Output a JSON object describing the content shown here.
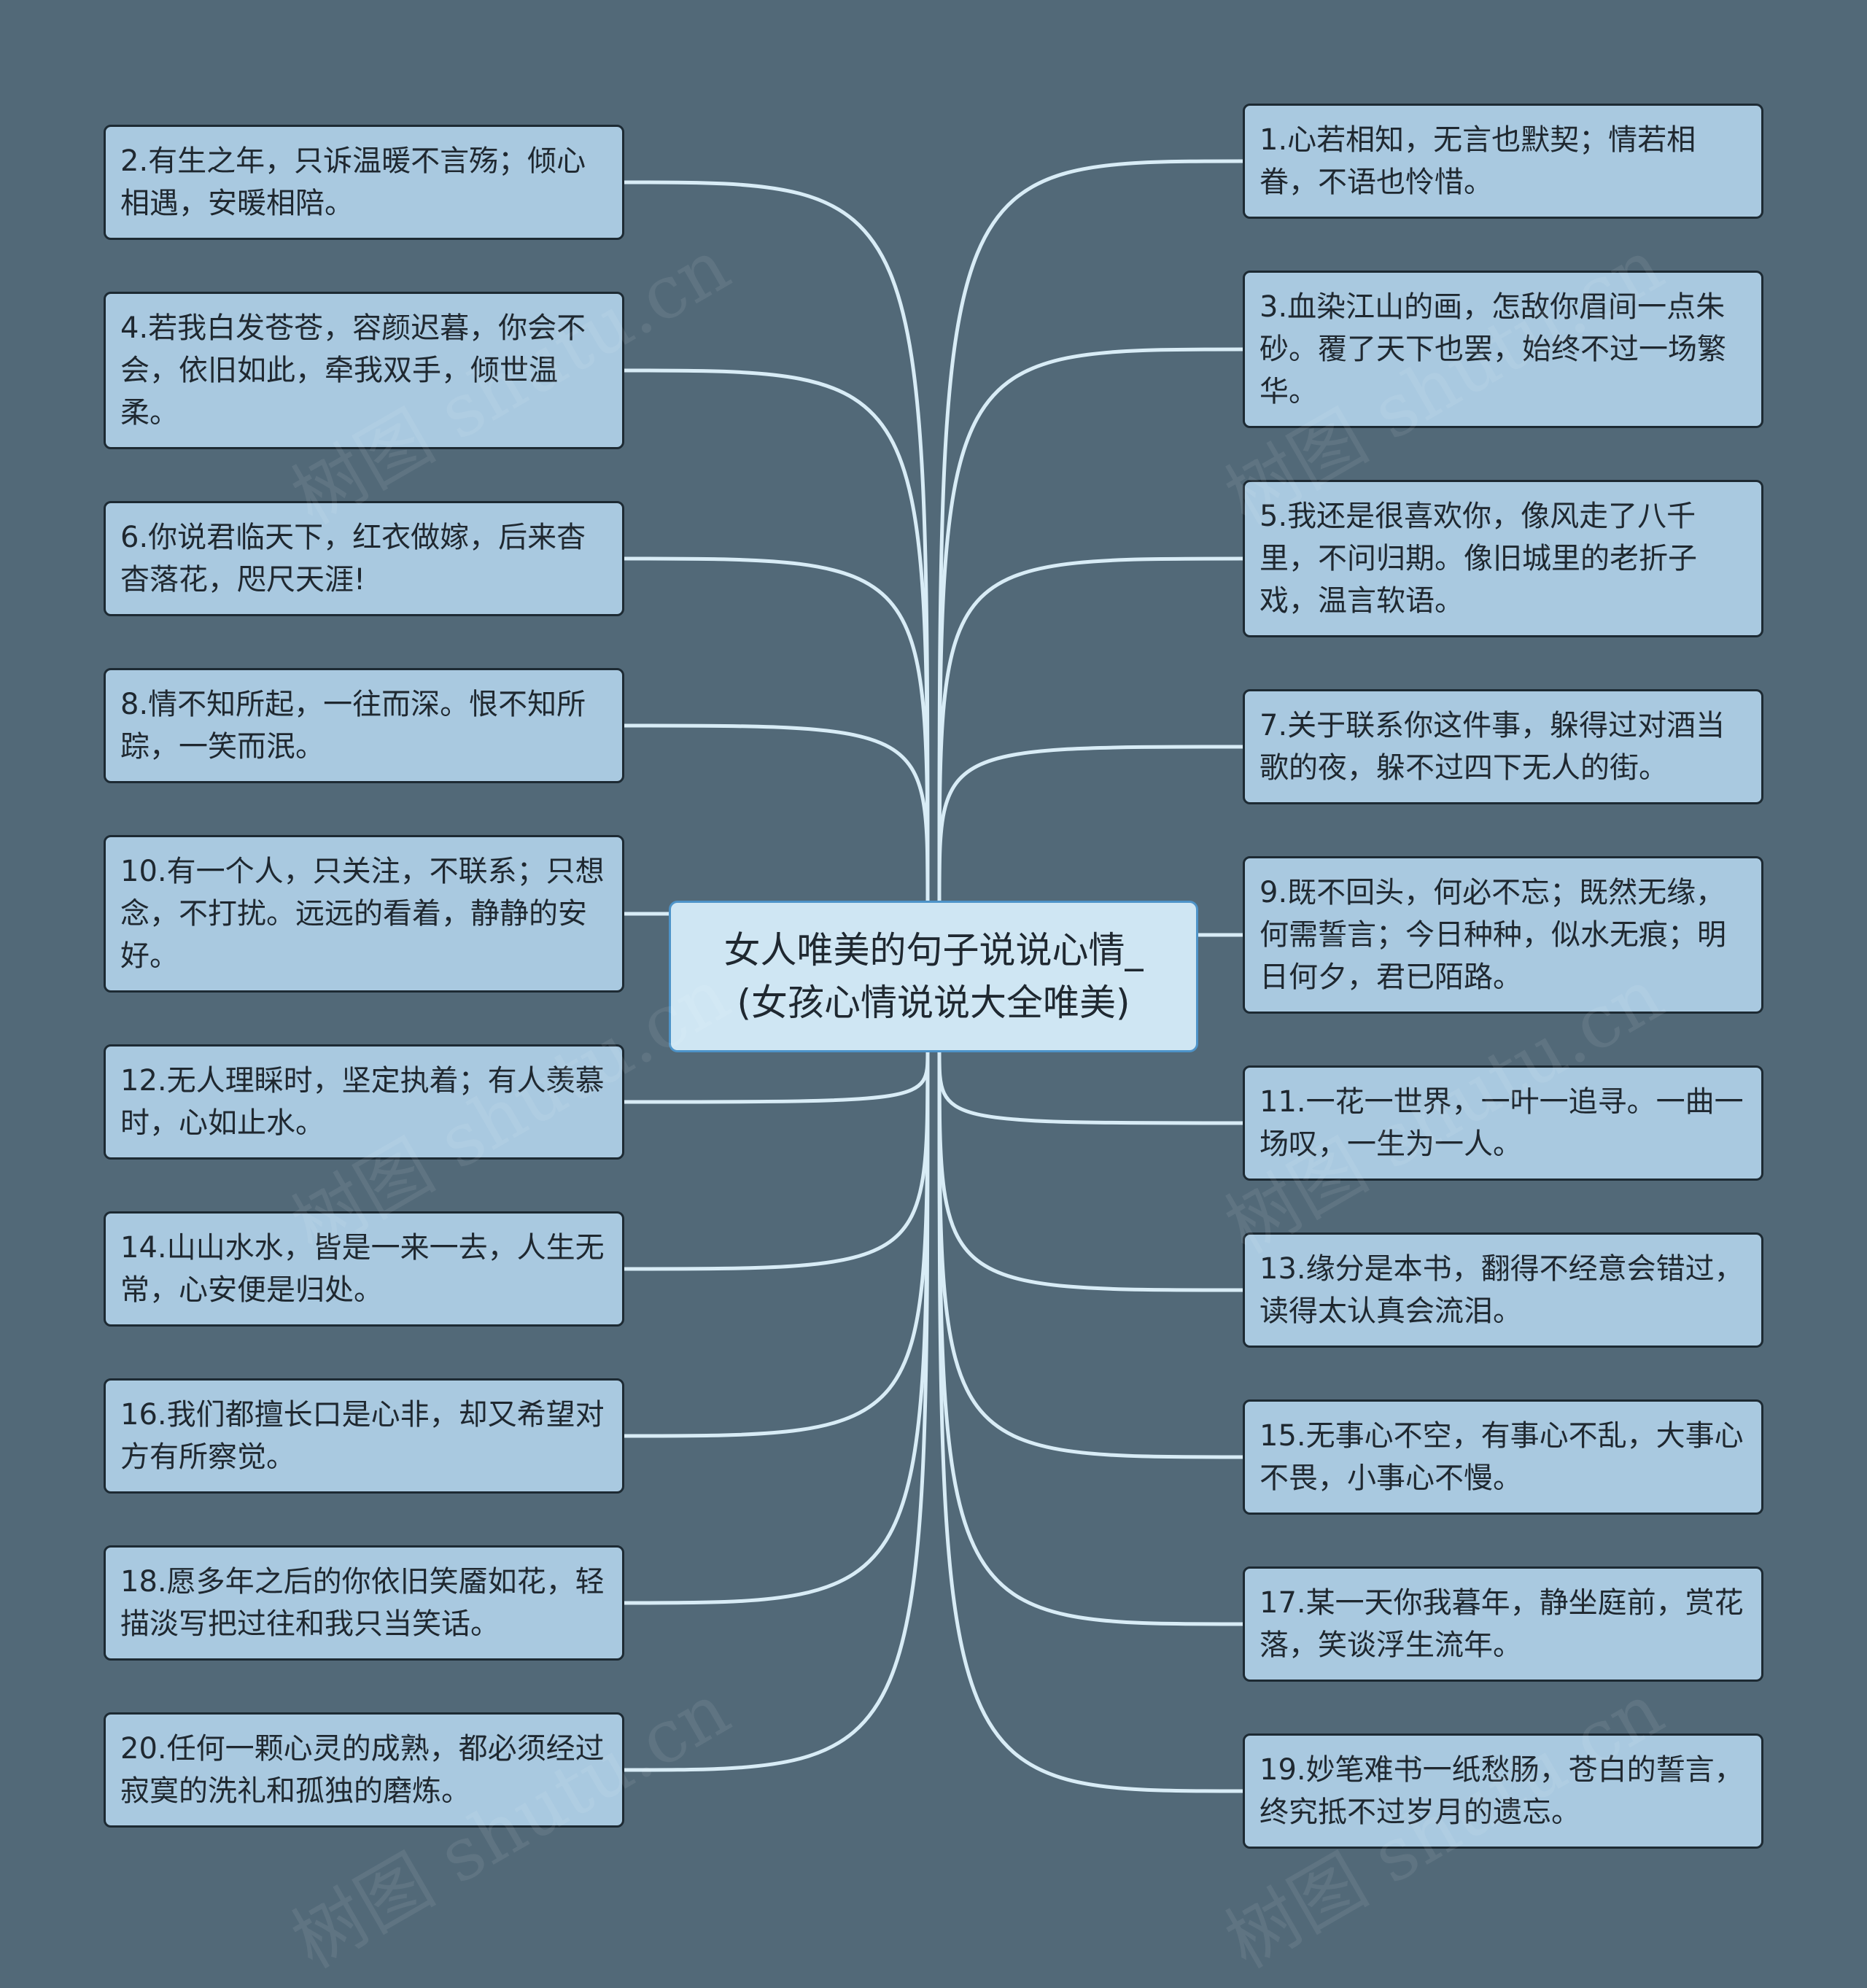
{
  "center": {
    "line1": "女人唯美的句子说说心情_",
    "line2": "(女孩心情说说大全唯美)"
  },
  "left_nodes": [
    "2.有生之年，只诉温暖不言殇；倾心相遇，安暖相陪。",
    "4.若我白发苍苍，容颜迟暮，你会不会，依旧如此，牵我双手，倾世温柔。",
    "6.你说君临天下，红衣做嫁，后来杳杳落花，咫尺天涯!",
    "8.情不知所起，一往而深。恨不知所踪，一笑而泯。",
    "10.有一个人，只关注，不联系；只想念，不打扰。远远的看着，静静的安好。",
    "12.无人理睬时，坚定执着；有人羡慕时，心如止水。",
    "14.山山水水，皆是一来一去，人生无常，心安便是归处。",
    "16.我们都擅长口是心非，却又希望对方有所察觉。",
    "18.愿多年之后的你依旧笑靥如花，轻描淡写把过往和我只当笑话。",
    "20.任何一颗心灵的成熟，都必须经过寂寞的洗礼和孤独的磨炼。"
  ],
  "right_nodes": [
    "1.心若相知，无言也默契；情若相眷，不语也怜惜。",
    "3.血染江山的画，怎敌你眉间一点朱砂。覆了天下也罢，始终不过一场繁华。",
    "5.我还是很喜欢你，像风走了八千里，不问归期。像旧城里的老折子戏，温言软语。",
    "7.关于联系你这件事，躲得过对酒当歌的夜，躲不过四下无人的街。",
    "9.既不回头，何必不忘；既然无缘，何需誓言；今日种种，似水无痕；明日何夕，君已陌路。",
    "11.一花一世界，一叶一追寻。一曲一场叹，一生为一人。",
    "13.缘分是本书，翻得不经意会错过，读得太认真会流泪。",
    "15.无事心不空，有事心不乱，大事心不畏，小事心不慢。",
    "17.某一天你我暮年，静坐庭前，赏花落，笑谈浮生流年。",
    "19.妙笔难书一纸愁肠，苍白的誓言，终究抵不过岁月的遗忘。"
  ],
  "watermark_text": "树图 shutu.cn",
  "colors": {
    "background": "#526978",
    "node_fill": "#a9c9e0",
    "node_border": "#1d2a33",
    "center_fill": "#cfe6f3",
    "center_border": "#4d93c8",
    "link": "#d8ecf6"
  }
}
